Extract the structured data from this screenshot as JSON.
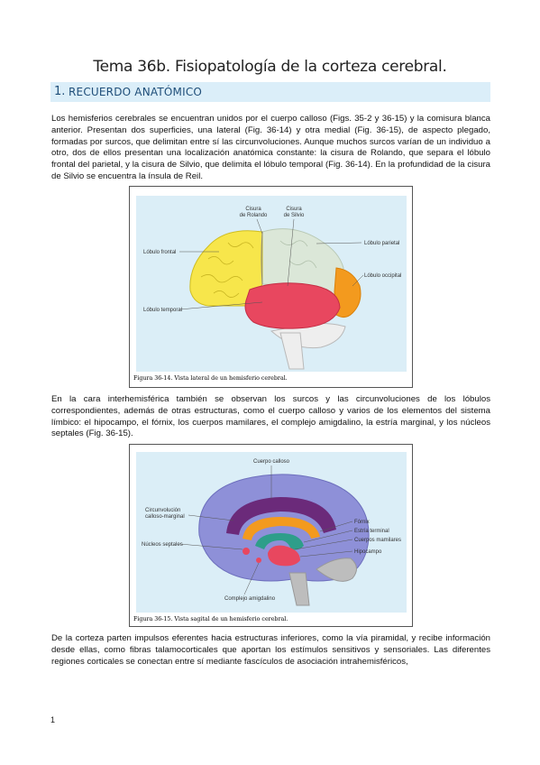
{
  "title": "Tema 36b. Fisiopatología de la corteza cerebral.",
  "section": {
    "number": "1.",
    "label": "RECUERDO ANATÓMICO"
  },
  "paragraphs": {
    "p1": "Los hemisferios cerebrales se encuentran unidos por el cuerpo calloso (Figs. 35-2 y 36-15) y la comisura blanca anterior. Presentan dos superficies, una lateral (Fig. 36-14) y otra medial (Fig. 36-15), de aspecto plegado, formadas por surcos, que delimitan entre sí las circunvoluciones. Aunque muchos surcos varían de un individuo a otro, dos de ellos presentan una localización anatómica constante: la cisura de Rolando, que separa el lóbulo frontal del parietal, y la cisura de Silvio, que delimita el lóbulo temporal (Fig. 36-14). En la profundidad de la cisura de Silvio se encuentra la ínsula de Reil.",
    "p2": "En la cara interhemisférica también se observan los surcos y las circunvoluciones de los lóbulos correspondientes, además de otras estructuras, como el cuerpo calloso y varios de los elementos del sistema límbico: el hipocampo, el fórnix, los cuerpos mamilares, el complejo amigdalino, la estría marginal, y los núcleos septales (Fig. 36-15).",
    "p3": "De la corteza parten impulsos eferentes hacia estructuras inferiores, como la vía piramidal, y recibe información desde ellas, como fibras talamocorticales que aportan los estímulos sensitivos y sensoriales. Las diferentes regiones corticales se conectan entre sí mediante fascículos de asociación intrahemisféricos,"
  },
  "figure1": {
    "caption": "Figura 36-14. Vista lateral de un hemisferio cerebral.",
    "labels": {
      "rolando_1": "Cisura",
      "rolando_2": "de Rolando",
      "silvio_1": "Cisura",
      "silvio_2": "de Silvio",
      "frontal": "Lóbulo frontal",
      "parietal": "Lóbulo parietal",
      "occipital": "Lóbulo occipital",
      "temporal": "Lóbulo temporal"
    },
    "colors": {
      "frontal": "#f7e64b",
      "parietal": "#dbe7d8",
      "occipital": "#f39a1e",
      "temporal": "#e8475f",
      "cerebellum": "#eeeeee",
      "background": "#dbeef7"
    }
  },
  "figure2": {
    "caption": "Figura 36-15. Vista sagital de un hemisferio cerebral.",
    "labels": {
      "callosum": "Cuerpo calloso",
      "gyrus_1": "Circunvolución",
      "gyrus_2": "calloso-marginal",
      "septal": "Núcleos septales",
      "fornix": "Fórnix",
      "stria": "Estría terminal",
      "mamillary": "Cuerpos mamilares",
      "hippocampus": "Hipocampo",
      "amygdala": "Complejo amigdalino"
    },
    "colors": {
      "brain": "#8e90d8",
      "callosum": "#6b2a7a",
      "fornix": "#f39a1e",
      "stria": "#2e9e8a",
      "hippocampus": "#e8475f",
      "background": "#dbeef7"
    }
  },
  "page_number": "1"
}
